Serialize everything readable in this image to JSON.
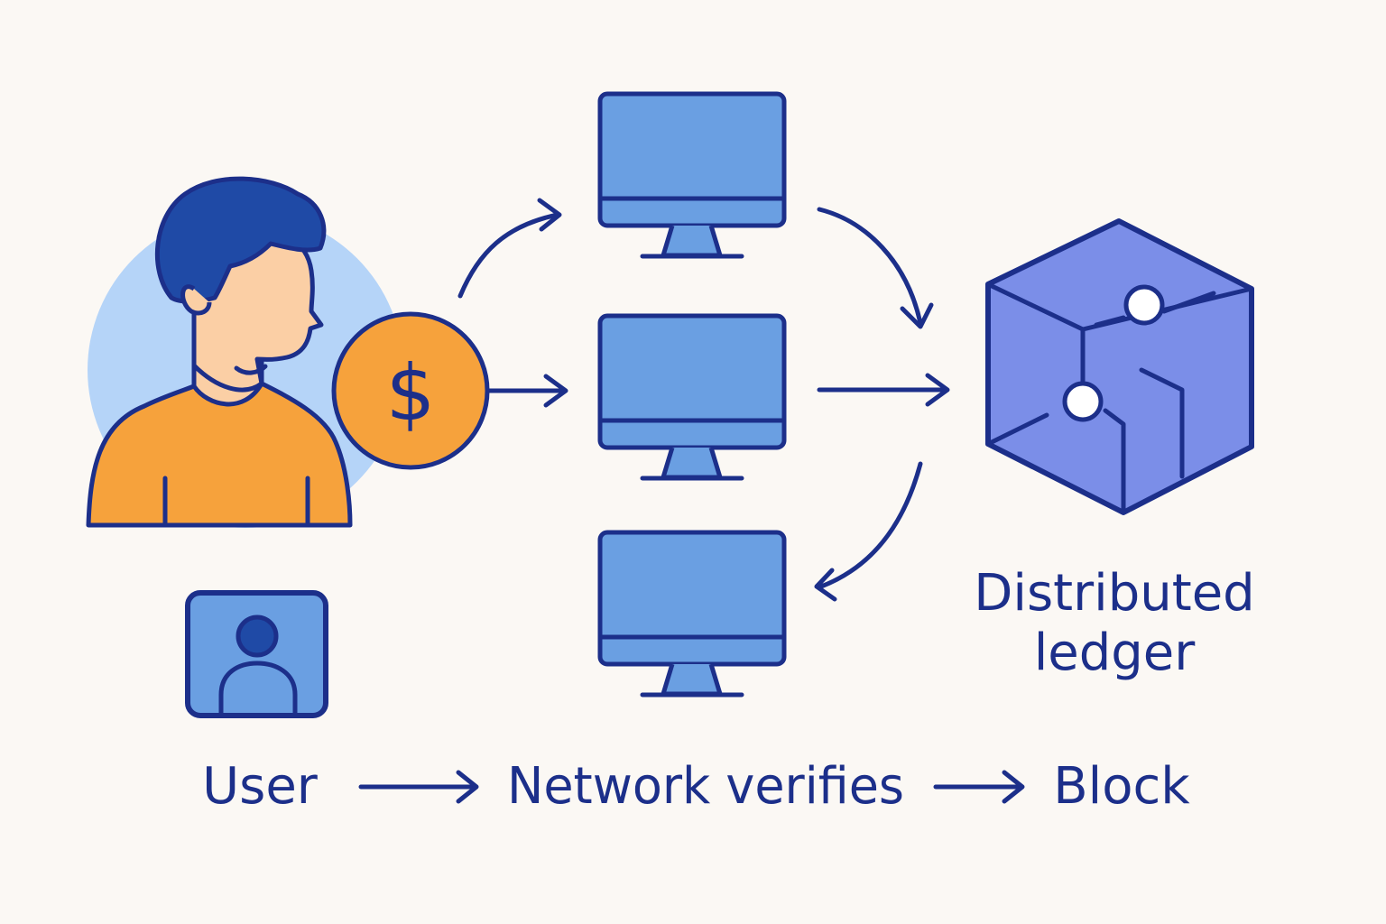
{
  "labels": {
    "ledger_line1": "Distributed",
    "ledger_line2": "ledger",
    "flow_user": "User",
    "flow_network": "Network verifies",
    "flow_block": "Block"
  },
  "icons": {
    "person": "person-illustration-icon",
    "coin": "dollar-coin-icon",
    "computer": "desktop-computer-icon",
    "ledger": "ledger-cube-icon",
    "user_badge": "user-badge-icon",
    "arrow": "arrow-icon"
  },
  "colors": {
    "background": "#fbf8f4",
    "ink": "#1c2f8a",
    "screen": "#6a9fe2",
    "cube": "#7b8ee8",
    "coin": "#f6a23c",
    "shirt": "#f6a23c",
    "skin": "#fbcfa5",
    "hair": "#1f4aa6",
    "halo": "#b5d4f8"
  }
}
